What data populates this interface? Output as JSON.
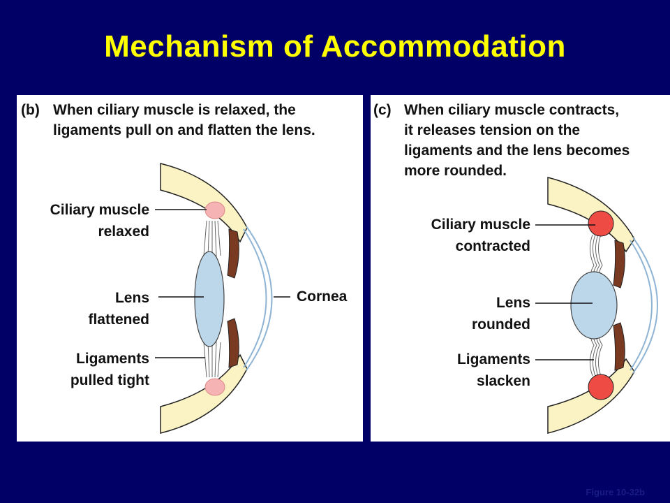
{
  "title": "Mechanism of Accommodation",
  "panel_b": {
    "tag": "(b)",
    "caption": "When ciliary muscle is relaxed, the\nligaments pull on and flatten the lens.",
    "labels": {
      "ciliary": "Ciliary muscle\nrelaxed",
      "lens": "Lens\nflattened",
      "ligaments": "Ligaments\npulled tight",
      "cornea": "Cornea"
    }
  },
  "panel_c": {
    "tag": "(c)",
    "caption": "When ciliary muscle contracts,\nit releases tension on the\nligaments and the lens becomes\nmore rounded.",
    "labels": {
      "ciliary": "Ciliary muscle\ncontracted",
      "lens": "Lens\nrounded",
      "ligaments": "Ligaments\nslacken"
    }
  },
  "figure_ref": "Figure 10-32b",
  "colors": {
    "background": "#000066",
    "title": "#ffff00",
    "sclera": "#fbf3c4",
    "lens": "#bcd6ea",
    "ciliary_relaxed": "#f5b3b3",
    "ciliary_contracted": "#ee4b45",
    "iris": "#7a3a22",
    "cornea_line": "#8fb4d4"
  }
}
